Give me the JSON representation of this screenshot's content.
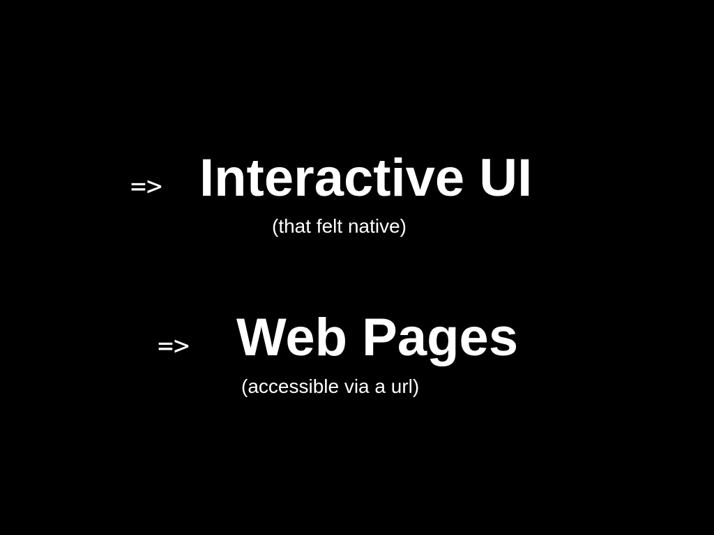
{
  "slide": {
    "items": [
      {
        "arrow": "=>",
        "heading": "Interactive UI",
        "note": "(that felt native)"
      },
      {
        "arrow": "=>",
        "heading": "Web Pages",
        "note": "(accessible via a url)"
      }
    ],
    "colors": {
      "background": "#000000",
      "text": "#ffffff"
    }
  }
}
